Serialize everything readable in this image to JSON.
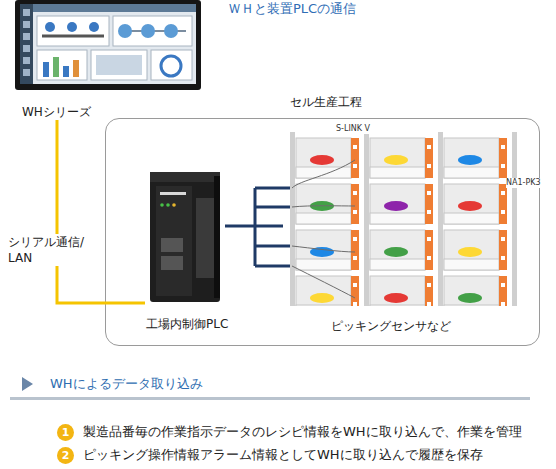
{
  "diagram": {
    "title": "ＷＨと装置PLCの通信",
    "nodes": [
      {
        "text": [
          "WHシリーズ"
        ]
      },
      {
        "text": [
          "セル生産工程"
        ]
      },
      {
        "text": [
          "工場内制御PLC"
        ],
        "in": 1
      },
      {
        "text": [
          "ピッキングセンサなど"
        ],
        "in": 1
      },
      {
        "text": [
          "1"
        ]
      },
      {
        "text": [
          "2"
        ]
      }
    ],
    "edges": [
      {
        "from": 0,
        "to": 2,
        "arrow": "none",
        "label": "シリアル通信/ LAN"
      },
      {
        "from": 2,
        "to": 3,
        "arrow": "none"
      }
    ],
    "labels": [
      "S-LINK V",
      "NA1-PK3",
      "WHによるデータ取り込み",
      "製造品番毎の作業指示データのレシピ情報をWHに取り込んで、作業を管理",
      "ピッキング操作情報アラーム情報としてWHに取り込んで履歴を保存"
    ]
  }
}
